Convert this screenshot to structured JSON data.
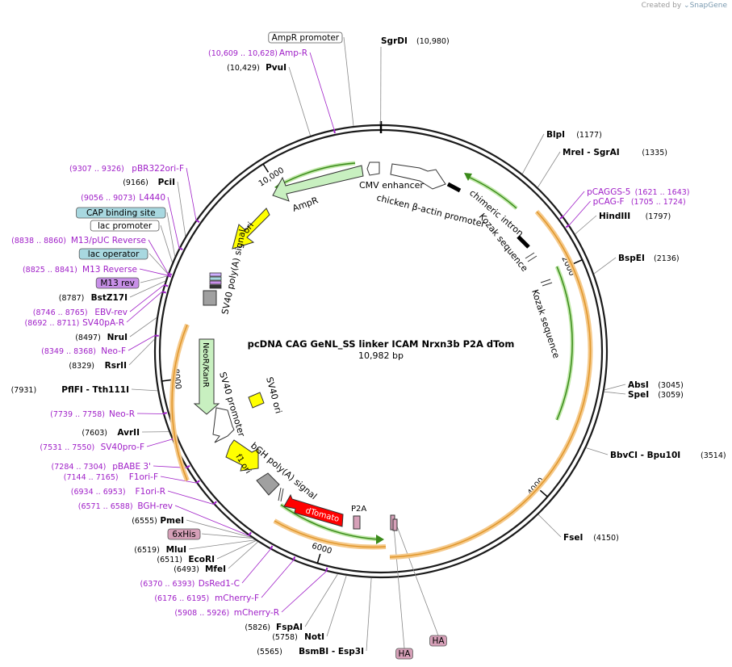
{
  "credit": {
    "prefix": "Created by",
    "brand": "SnapGene"
  },
  "map": {
    "title": "pcDNA CAG GeNL_SS linker ICAM Nrxn3b P2A dTom",
    "length_label": "10,982 bp",
    "total_bp": 10982
  },
  "colors": {
    "enzyme": "#000000",
    "primer": "#a020c8",
    "leader": "#888888",
    "ring": "#1a1a1a",
    "orange": "#f0b050",
    "green": "#3a8a1a",
    "yellow": "#ffff00",
    "lightgreen": "#c8f0c0",
    "red": "#ff0000",
    "gray": "#a0a0a0",
    "pink": "#d6a0b8",
    "purple": "#c890e8",
    "teal": "#a8d8e0"
  },
  "ticks": [
    {
      "pos": 2000,
      "label": "2000"
    },
    {
      "pos": 4000,
      "label": "4000"
    },
    {
      "pos": 6000,
      "label": "6000"
    },
    {
      "pos": 8000,
      "label": "8000"
    },
    {
      "pos": 10000,
      "label": "10,000"
    }
  ],
  "right_labels": [
    {
      "id": "blpi",
      "pos": 1177,
      "name": "BlpI",
      "coord": "(1177)",
      "type": "enzyme"
    },
    {
      "id": "mrei",
      "pos": 1335,
      "name": "MreI  - SgrAI",
      "coord": "(1335)",
      "type": "enzyme"
    },
    {
      "id": "pcaggs5",
      "pos": 1632,
      "name": "pCAGGS-5",
      "coord": "(1621 .. 1643)",
      "type": "primer"
    },
    {
      "id": "pcagf",
      "pos": 1714,
      "name": "pCAG-F",
      "coord": "(1705 .. 1724)",
      "type": "primer"
    },
    {
      "id": "hindiii",
      "pos": 1797,
      "name": "HindIII",
      "coord": "(1797)",
      "type": "enzyme"
    },
    {
      "id": "bspei",
      "pos": 2136,
      "name": "BspEI",
      "coord": "(2136)",
      "type": "enzyme"
    },
    {
      "id": "absi",
      "pos": 3045,
      "name": "AbsI",
      "coord": "(3045)",
      "type": "enzyme"
    },
    {
      "id": "spei",
      "pos": 3059,
      "name": "SpeI",
      "coord": "(3059)",
      "type": "enzyme"
    },
    {
      "id": "bbvci",
      "pos": 3514,
      "name": "BbvCI  - Bpu10I",
      "coord": "(3514)",
      "type": "enzyme"
    },
    {
      "id": "fsei",
      "pos": 4150,
      "name": "FseI",
      "coord": "(4150)",
      "type": "enzyme"
    }
  ],
  "left_labels": [
    {
      "id": "ampr-promoter",
      "pos": 10770,
      "name": "AmpR promoter",
      "coord": "",
      "type": "boxed-white"
    },
    {
      "id": "ampr-primer",
      "pos": 10618,
      "name": "Amp-R",
      "coord": "(10,609 .. 10,628)",
      "type": "primer"
    },
    {
      "id": "pvui",
      "pos": 10429,
      "name": "PvuI",
      "coord": "(10,429)",
      "type": "enzyme"
    },
    {
      "id": "pbr322ori",
      "pos": 9316,
      "name": "pBR322ori-F",
      "coord": "(9307 .. 9326)",
      "type": "primer"
    },
    {
      "id": "pcii",
      "pos": 9166,
      "name": "PciI",
      "coord": "(9166)",
      "type": "enzyme"
    },
    {
      "id": "l4440",
      "pos": 9064,
      "name": "L4440",
      "coord": "(9056 .. 9073)",
      "type": "primer"
    },
    {
      "id": "cap-site",
      "pos": 8990,
      "name": "CAP binding site",
      "coord": "",
      "type": "boxed-teal"
    },
    {
      "id": "lac-promoter",
      "pos": 8940,
      "name": "lac promoter",
      "coord": "",
      "type": "boxed-white"
    },
    {
      "id": "m13puc",
      "pos": 8849,
      "name": "M13/pUC Reverse",
      "coord": "(8838 .. 8860)",
      "type": "primer"
    },
    {
      "id": "lac-operator",
      "pos": 8845,
      "name": "lac operator",
      "coord": "",
      "type": "boxed-teal"
    },
    {
      "id": "m13rev-primer",
      "pos": 8833,
      "name": "M13 Reverse",
      "coord": "(8825 .. 8841)",
      "type": "primer"
    },
    {
      "id": "m13rev-box",
      "pos": 8826,
      "name": "M13 rev",
      "coord": "",
      "type": "boxed-purple"
    },
    {
      "id": "bstz17i",
      "pos": 8787,
      "name": "BstZ17I",
      "coord": "(8787)",
      "type": "enzyme"
    },
    {
      "id": "ebvrev",
      "pos": 8755,
      "name": "EBV-rev",
      "coord": "(8746 .. 8765)",
      "type": "primer"
    },
    {
      "id": "sv40par",
      "pos": 8701,
      "name": "SV40pA-R",
      "coord": "(8692 .. 8711)",
      "type": "primer"
    },
    {
      "id": "nrui",
      "pos": 8497,
      "name": "NruI",
      "coord": "(8497)",
      "type": "enzyme"
    },
    {
      "id": "neof",
      "pos": 8358,
      "name": "Neo-F",
      "coord": "(8349 .. 8368)",
      "type": "primer"
    },
    {
      "id": "rsrii",
      "pos": 8329,
      "name": "RsrII",
      "coord": "(8329)",
      "type": "enzyme"
    },
    {
      "id": "pflfi",
      "pos": 7931,
      "name": "PflFI  - Tth111I",
      "coord": "(7931)",
      "type": "enzyme"
    },
    {
      "id": "neor",
      "pos": 7748,
      "name": "Neo-R",
      "coord": "(7739 .. 7758)",
      "type": "primer"
    },
    {
      "id": "avrii",
      "pos": 7603,
      "name": "AvrII",
      "coord": "(7603)",
      "type": "enzyme"
    },
    {
      "id": "sv40prof",
      "pos": 7540,
      "name": "SV40pro-F",
      "coord": "(7531 .. 7550)",
      "type": "primer"
    },
    {
      "id": "pbabe3",
      "pos": 7294,
      "name": "pBABE 3'",
      "coord": "(7284 .. 7304)",
      "type": "primer"
    },
    {
      "id": "f1orif",
      "pos": 7154,
      "name": "F1ori-F",
      "coord": "(7144 .. 7165)",
      "type": "primer"
    },
    {
      "id": "f1orir",
      "pos": 6943,
      "name": "F1ori-R",
      "coord": "(6934 .. 6953)",
      "type": "primer"
    },
    {
      "id": "bghrev",
      "pos": 6579,
      "name": "BGH-rev",
      "coord": "(6571 .. 6588)",
      "type": "primer"
    },
    {
      "id": "pmei",
      "pos": 6555,
      "name": "PmeI",
      "coord": "(6555)",
      "type": "enzyme"
    },
    {
      "id": "6xhis",
      "pos": 6545,
      "name": "6xHis",
      "coord": "",
      "type": "boxed-pink"
    },
    {
      "id": "mlui",
      "pos": 6519,
      "name": "MluI",
      "coord": "(6519)",
      "type": "enzyme"
    },
    {
      "id": "ecori",
      "pos": 6511,
      "name": "EcoRI",
      "coord": "(6511)",
      "type": "enzyme"
    },
    {
      "id": "mfei",
      "pos": 6493,
      "name": "MfeI",
      "coord": "(6493)",
      "type": "enzyme"
    },
    {
      "id": "dsred1c",
      "pos": 6381,
      "name": "DsRed1-C",
      "coord": "(6370 .. 6393)",
      "type": "primer"
    },
    {
      "id": "mcherryf",
      "pos": 6185,
      "name": "mCherry-F",
      "coord": "(6176 .. 6195)",
      "type": "primer"
    },
    {
      "id": "mcherryr",
      "pos": 5917,
      "name": "mCherry-R",
      "coord": "(5908 .. 5926)",
      "type": "primer"
    },
    {
      "id": "fspai",
      "pos": 5826,
      "name": "FspAI",
      "coord": "(5826)",
      "type": "enzyme"
    },
    {
      "id": "noti",
      "pos": 5758,
      "name": "NotI",
      "coord": "(5758)",
      "type": "enzyme"
    },
    {
      "id": "bsmbi",
      "pos": 5565,
      "name": "BsmBI  - Esp3I",
      "coord": "(5565)",
      "type": "enzyme"
    }
  ],
  "top_labels": [
    {
      "id": "sgrdi",
      "pos": 10980,
      "name": "SgrDI",
      "coord": "(10,980)",
      "type": "enzyme"
    }
  ],
  "bottom_labels": [
    {
      "id": "ha1",
      "pos": 5310,
      "name": "HA",
      "coord": "",
      "type": "boxed-pink"
    },
    {
      "id": "ha2",
      "pos": 5200,
      "name": "HA",
      "coord": "",
      "type": "boxed-pink"
    }
  ],
  "features": [
    {
      "id": "cmv-enhancer",
      "label": "CMV enhancer"
    },
    {
      "id": "cba-promoter",
      "label": "chicken β-actin promoter"
    },
    {
      "id": "chimeric-intron",
      "label": "chimeric intron"
    },
    {
      "id": "kozak1",
      "label": "Kozak sequence"
    },
    {
      "id": "kozak2",
      "label": "Kozak sequence"
    },
    {
      "id": "ampr",
      "label": "AmpR"
    },
    {
      "id": "ori",
      "label": "ori"
    },
    {
      "id": "sv40pa",
      "label": "SV40 poly(A) signal"
    },
    {
      "id": "neokan",
      "label": "NeoR/KanR"
    },
    {
      "id": "sv40promoter",
      "label": "SV40 promoter"
    },
    {
      "id": "sv40ori",
      "label": "SV40 ori"
    },
    {
      "id": "bgh",
      "label": "bGH poly(A) signal"
    },
    {
      "id": "f1ori",
      "label": "f1 ori"
    },
    {
      "id": "dtomato",
      "label": "dTomato"
    },
    {
      "id": "p2a",
      "label": "P2A"
    }
  ]
}
